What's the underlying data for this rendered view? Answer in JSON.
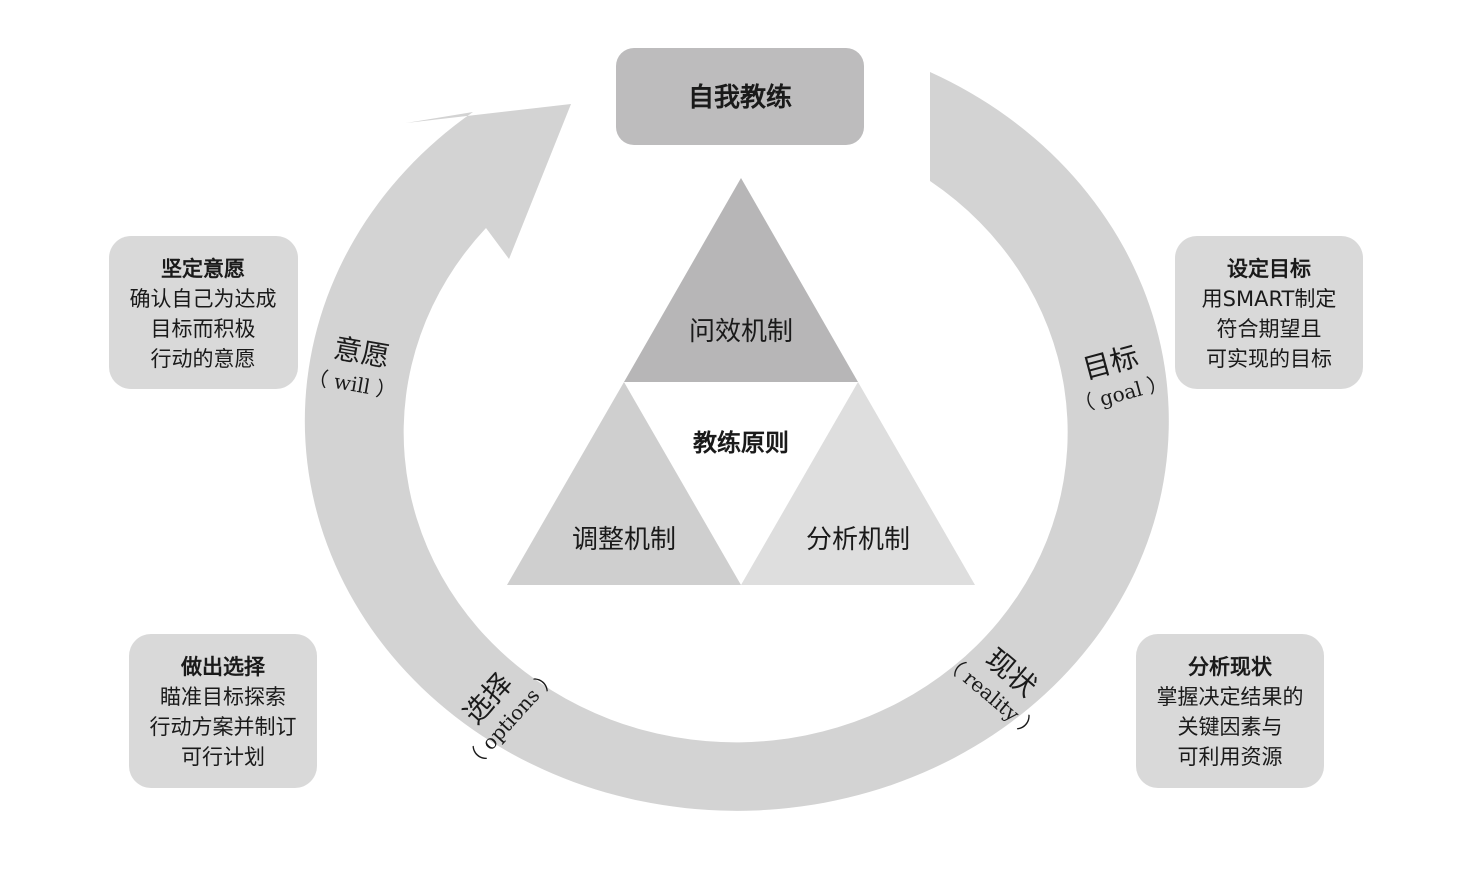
{
  "center": {
    "title": "自我教练",
    "core_label": "教练原则"
  },
  "mechanisms": {
    "top": "问效机制",
    "left": "调整机制",
    "right": "分析机制"
  },
  "cycle_labels": {
    "goal": {
      "zh": "目标",
      "en": "（ goal ）"
    },
    "reality": {
      "zh": "现状",
      "en": "（ reality ）"
    },
    "options": {
      "zh": "选择",
      "en": "（ options ）"
    },
    "will": {
      "zh": "意愿",
      "en": "（ will ）"
    }
  },
  "boxes": {
    "goal": {
      "title": "设定目标",
      "lines": [
        "用SMART制定",
        "符合期望且",
        "可实现的目标"
      ]
    },
    "reality": {
      "title": "分析现状",
      "lines": [
        "掌握决定结果的",
        "关键因素与",
        "可利用资源"
      ]
    },
    "options": {
      "title": "做出选择",
      "lines": [
        "瞄准目标探索",
        "行动方案并制订",
        "可行计划"
      ]
    },
    "will": {
      "title": "坚定意愿",
      "lines": [
        "确认自己为达成",
        "目标而积极",
        "行动的意愿"
      ]
    }
  },
  "colors": {
    "ring": "#d3d3d3",
    "box": "#d9d9d9",
    "title_box": "#bdbcbd",
    "tri_top": "#b7b6b7",
    "tri_left": "#cfcfcf",
    "tri_right": "#dedede",
    "text": "#1a1a1a"
  }
}
